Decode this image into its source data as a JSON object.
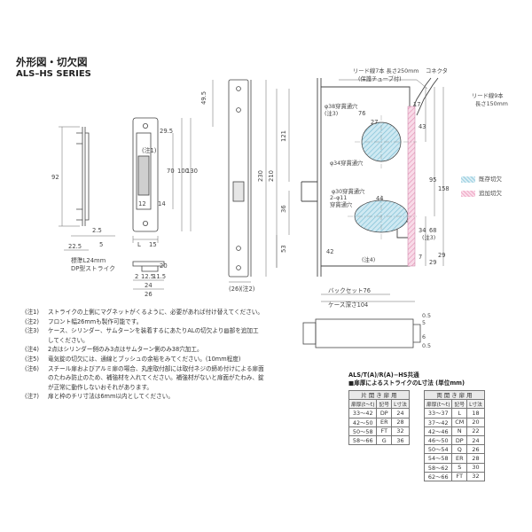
{
  "header": {
    "title": "外形図・切欠図",
    "series": "ALS–HS SERIES"
  },
  "legend": [
    {
      "label": "既存切欠",
      "color": "#a9d6e5"
    },
    {
      "label": "追加切欠",
      "color": "#f2b6cf"
    }
  ],
  "strike": {
    "dims": [
      "92",
      "2.5",
      "22.5",
      "5",
      "L",
      "15",
      "29.5",
      "70",
      "100",
      "130",
      "12",
      "14",
      "2",
      "12.5",
      "11.5",
      "24",
      "26",
      "20"
    ],
    "note1": "(注1)",
    "caption": [
      "標準L24mm",
      "DP型ストライク"
    ]
  },
  "front_plate": {
    "dims": [
      "49.5",
      "230",
      "210",
      "121",
      "36",
      "53",
      "(26)",
      "(注2)"
    ]
  },
  "body": {
    "labels": {
      "lead": "リード線7本 長さ250mm",
      "tube": "(保護チューブ付)",
      "connector": "コネクタ",
      "lead2": [
        "リード線9本",
        "長さ150mm"
      ],
      "note3": "(注3)",
      "hole38": "φ38穿貫通穴",
      "hole34": "φ34穿貫通穴",
      "hole30": "φ30穿貫通穴",
      "hole11": [
        "2–φ11",
        "穿貫通穴"
      ],
      "note4": "(注4)",
      "note3b": "(注3)"
    },
    "dims": [
      "76",
      "27",
      "44",
      "17",
      "43",
      "95",
      "158",
      "34",
      "68",
      "42",
      "29",
      "7",
      "29"
    ],
    "backset": "バックセット76",
    "depth": "ケース深さ104",
    "bolt_dims": [
      "0.5",
      "5",
      "6",
      "0.5"
    ]
  },
  "notes": [
    {
      "id": "(注1)",
      "text": "ストライクの上側にマグネットがくるように、必要があれば付け替えてください。"
    },
    {
      "id": "(注2)",
      "text": "フロント幅26mmも製作可能です。"
    },
    {
      "id": "(注3)",
      "text": "ケース、シリンダー、サムターンを装着するにあたりALの切欠より▨部を追加工"
    },
    {
      "id": "",
      "text": "してください。"
    },
    {
      "id": "(注4)",
      "text": "2点はシリンダー側のみ3点はサムターン側のみ38穴加工。"
    },
    {
      "id": "(注5)",
      "text": "竜気錠の切欠には、通線とブッシュの余裕をみてください。(10mm程度)"
    },
    {
      "id": "(注6)",
      "text": "スチール扉およびアルミ扉の場合、丸座取付部には取付ネジの締め付けによる扉面"
    },
    {
      "id": "",
      "text": "のたわみ防止のため、補強材を入れてください。補強材がないと扉面がたわみ、錠"
    },
    {
      "id": "",
      "text": "が正常に動作しないおそれがあります。"
    },
    {
      "id": "(注7)",
      "text": "扉と枠のチリ寸法は6mm以内としてください。"
    }
  ],
  "strike_table": {
    "heading": [
      "ALS/T(A)/R(A)−HS共通",
      "■扉厚によるストライクのL寸法 (単位mm)"
    ],
    "single": {
      "caption": "片 開 き 扉 用",
      "columns": [
        "扉厚(t〜t)",
        "記号",
        "L寸法"
      ],
      "rows": [
        [
          "33〜42",
          "DP",
          "24"
        ],
        [
          "42〜50",
          "ER",
          "28"
        ],
        [
          "50〜58",
          "FT",
          "32"
        ],
        [
          "58〜66",
          "G",
          "36"
        ]
      ]
    },
    "double": {
      "caption": "両 開 き 扉 用",
      "columns": [
        "扉厚(t〜t)",
        "記号",
        "L寸法"
      ],
      "rows": [
        [
          "33〜37",
          "L",
          "18"
        ],
        [
          "37〜42",
          "CM",
          "20"
        ],
        [
          "42〜46",
          "N",
          "22"
        ],
        [
          "46〜50",
          "DP",
          "24"
        ],
        [
          "50〜54",
          "Q",
          "26"
        ],
        [
          "54〜58",
          "ER",
          "28"
        ],
        [
          "58〜62",
          "S",
          "30"
        ],
        [
          "62〜66",
          "FT",
          "32"
        ]
      ]
    }
  }
}
